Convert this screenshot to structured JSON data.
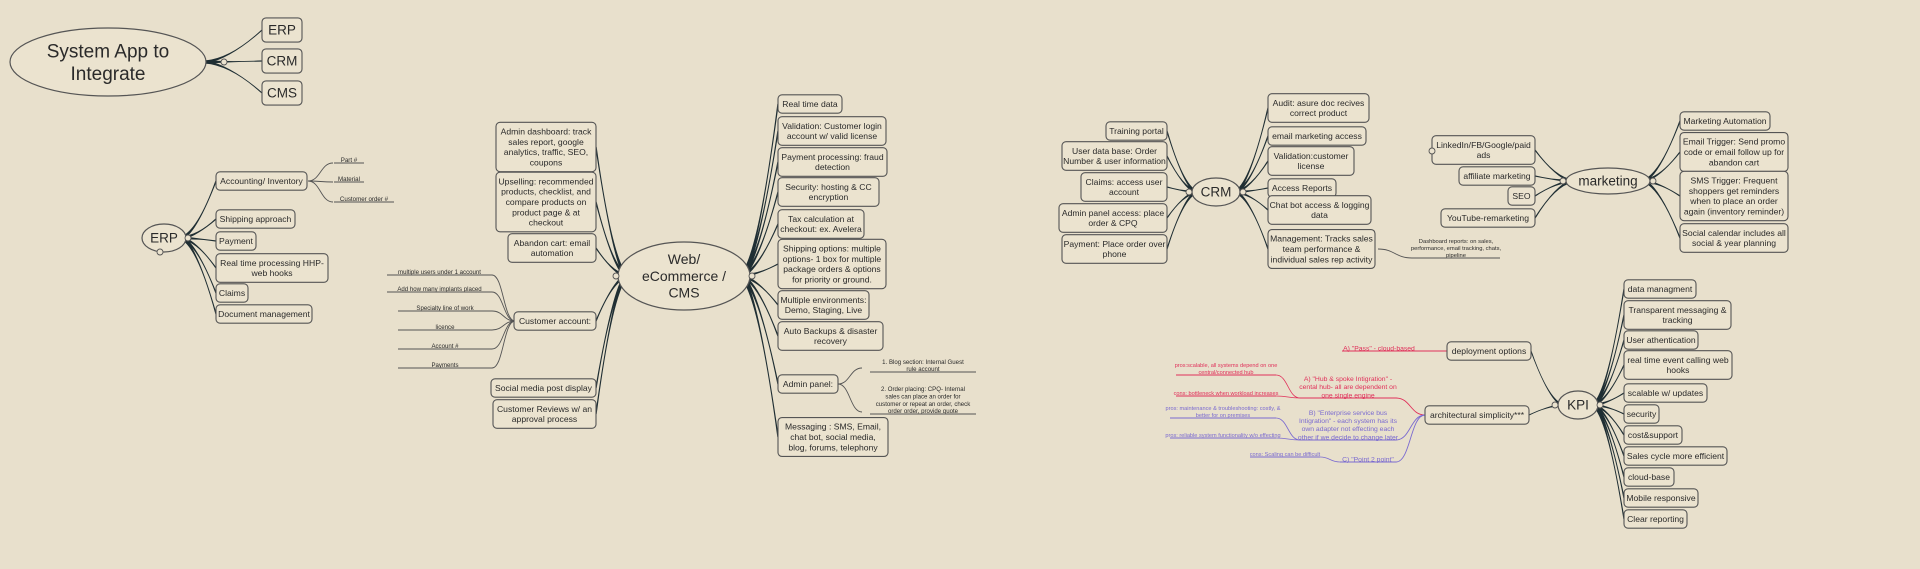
{
  "top": {
    "title": [
      "System App to",
      "Integrate"
    ],
    "items": [
      "ERP",
      "CRM",
      "CMS"
    ]
  },
  "erp": {
    "title": "ERP",
    "items": [
      [
        "Accounting/ Inventory"
      ],
      [
        "Shipping approach"
      ],
      [
        "Payment"
      ],
      [
        "Real time processing HHP-",
        "web hooks"
      ],
      [
        "Claims"
      ],
      [
        "Document management"
      ]
    ],
    "accounting_sub": [
      "Part #",
      "Material",
      "Customer order #"
    ]
  },
  "cms": {
    "title": [
      "Web/",
      "eCommerce /",
      "CMS"
    ],
    "left": [
      [
        "Admin dashboard: track",
        "sales report, google",
        "analytics, traffic, SEO,",
        "coupons"
      ],
      [
        "Upselling: recommended",
        "products, checklist, and",
        "compare products on",
        "product page & at",
        "checkout"
      ],
      [
        "Abandon cart: email",
        "automation"
      ],
      [
        "Customer account:"
      ],
      [
        "Social media post display"
      ],
      [
        "Customer Reviews w/ an",
        "approval process"
      ]
    ],
    "account_sub": [
      "multiple users under 1 account",
      "Add how many implants placed",
      "Specialty line of work",
      "licence",
      "Account #",
      "Payments"
    ],
    "right": [
      [
        "Real time data"
      ],
      [
        "Validation: Customer login",
        "account w/ valid license"
      ],
      [
        "Payment processing: fraud",
        "detection"
      ],
      [
        "Security: hosting & CC",
        "encryption"
      ],
      [
        "Tax calculation at",
        "checkout: ex. Avelera"
      ],
      [
        "Shipping options: multiple",
        "options- 1 box for multiple",
        "package orders & options",
        "for priority or ground."
      ],
      [
        "Multiple environments:",
        "Demo, Staging, Live"
      ],
      [
        "Auto Backups & disaster",
        "recovery"
      ],
      [
        "Admin panel:"
      ],
      [
        "Messaging : SMS, Email,",
        "chat bot, social media,",
        "blog, forums, telephony"
      ]
    ],
    "admin_sub": [
      [
        "1. Blog section: Internal Guest",
        "rule account"
      ],
      [
        "2. Order placing: CPQ- Internal",
        "sales can place an order for",
        "customer or repeat an order, check",
        "order order, provide quote"
      ]
    ]
  },
  "crm": {
    "title": "CRM",
    "left": [
      [
        "Training portal"
      ],
      [
        "User data base: Order",
        "Number & user information"
      ],
      [
        "Claims: access user",
        "account"
      ],
      [
        "Admin panel access: place",
        "order & CPQ"
      ],
      [
        "Payment: Place order over",
        "phone"
      ]
    ],
    "right": [
      [
        "Audit: asure doc recives",
        "correct product"
      ],
      [
        "email marketing access"
      ],
      [
        "Validation:customer",
        "license"
      ],
      [
        "Access Reports"
      ],
      [
        "Chat bot access & logging",
        "data"
      ],
      [
        "Management: Tracks sales",
        "team performance &",
        "individual sales rep activity"
      ]
    ],
    "management_sub": [
      "Dashboard reports: on sales,",
      "performance, email tracking, chats,",
      "pipeline"
    ]
  },
  "marketing": {
    "title": "marketing",
    "left": [
      [
        "LinkedIn/FB/Google/paid",
        "ads"
      ],
      [
        "affiliate marketing"
      ],
      [
        "SEO"
      ],
      [
        "YouTube-remarketing"
      ]
    ],
    "right": [
      [
        "Marketing Automation"
      ],
      [
        "Email Trigger: Send promo",
        "code or email follow up for",
        "abandon cart"
      ],
      [
        "SMS Trigger: Frequent",
        "shoppers get reminders",
        "when to place an order",
        "again (inventory reminder)"
      ],
      [
        "Social calendar includes all",
        "social & year planning"
      ]
    ]
  },
  "kpi": {
    "title": "KPI",
    "deployment": "deployment options",
    "deployment_sub": "A) \"Pass\" - cloud-based",
    "architecture": "architectural simplicity***",
    "hub": [
      "A) \"Hub & spoke Intigration\" -",
      "cental hub- all are dependent on",
      "one single engine"
    ],
    "hub_notes": [
      "pros:scalable, all systems depend on one",
      "central/connected hub",
      "cons: bottleneck when workload increases"
    ],
    "esb": [
      "B) \"Enterprise service bus",
      "Intigration\" - each system has its",
      "own adapter not effecting each",
      "other if we decide to change later"
    ],
    "esb_notes": [
      "pros: maintenance & troubleshooting: costly, &",
      "better for on premises",
      "pros: reliable system functionality w/o effecting"
    ],
    "p2p": "C) \"Point 2 point\"",
    "p2p_note": "cons: Scaling can be difficult",
    "items": [
      [
        "data managment"
      ],
      [
        "Transparent messaging &",
        "tracking"
      ],
      [
        "User athentication"
      ],
      [
        "real time event calling web",
        "hooks"
      ],
      [
        "scalable w/ updates"
      ],
      [
        "security"
      ],
      [
        "cost&support"
      ],
      [
        "Sales cycle more efficient"
      ],
      [
        "cloud-base"
      ],
      [
        "Mobile responsive"
      ],
      [
        "Clear reporting"
      ]
    ]
  },
  "colors": {
    "background": "#e8e0cc",
    "node_fill": "#ebe3cf",
    "stroke": "#555555",
    "branch": "#1f2e33",
    "red_text": "#e0305a",
    "purple_text": "#7a6ad0"
  }
}
